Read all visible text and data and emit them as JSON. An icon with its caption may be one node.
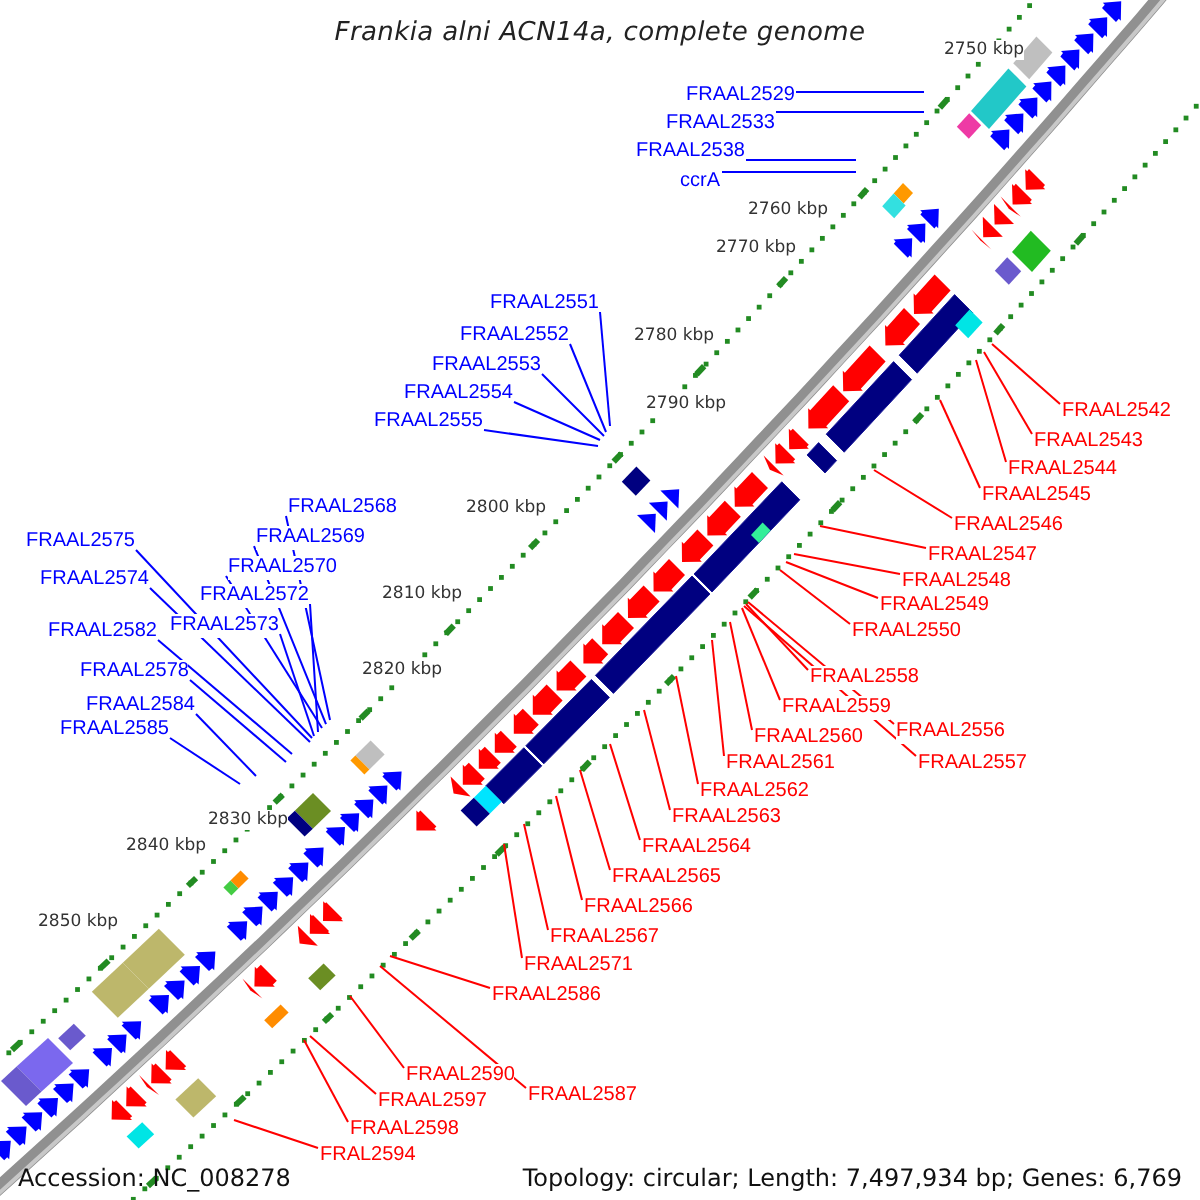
{
  "diagram": {
    "title": "Frankia alni ACN14a, complete genome",
    "nodes": [
      {
        "text": [
          "FRAAL2529"
        ]
      },
      {
        "text": [
          "FRAAL2533"
        ]
      },
      {
        "text": [
          "FRAAL2538"
        ]
      },
      {
        "text": [
          "ccrA"
        ]
      },
      {
        "text": [
          "FRAAL2551"
        ]
      },
      {
        "text": [
          "FRAAL2552"
        ]
      },
      {
        "text": [
          "FRAAL2553"
        ]
      },
      {
        "text": [
          "FRAAL2554"
        ]
      },
      {
        "text": [
          "FRAAL2555"
        ]
      },
      {
        "text": [
          "FRAAL2568"
        ]
      },
      {
        "text": [
          "FRAAL2569"
        ]
      },
      {
        "text": [
          "FRAAL2570"
        ]
      },
      {
        "text": [
          "FRAAL2572"
        ]
      },
      {
        "text": [
          "FRAAL2573"
        ]
      },
      {
        "text": [
          "FRAAL2575"
        ]
      },
      {
        "text": [
          "FRAAL2574"
        ]
      },
      {
        "text": [
          "FRAAL2582"
        ]
      },
      {
        "text": [
          "FRAAL2578"
        ]
      },
      {
        "text": [
          "FRAAL2584"
        ]
      },
      {
        "text": [
          "FRAAL2585"
        ]
      },
      {
        "text": [
          "FRAAL2542"
        ]
      },
      {
        "text": [
          "FRAAL2543"
        ]
      },
      {
        "text": [
          "FRAAL2544"
        ]
      },
      {
        "text": [
          "FRAAL2545"
        ]
      },
      {
        "text": [
          "FRAAL2546"
        ]
      },
      {
        "text": [
          "FRAAL2547"
        ]
      },
      {
        "text": [
          "FRAAL2548"
        ]
      },
      {
        "text": [
          "FRAAL2549"
        ]
      },
      {
        "text": [
          "FRAAL2550"
        ]
      },
      {
        "text": [
          "FRAAL2558"
        ]
      },
      {
        "text": [
          "FRAAL2559"
        ]
      },
      {
        "text": [
          "FRAAL2556"
        ]
      },
      {
        "text": [
          "FRAAL2557"
        ]
      },
      {
        "text": [
          "FRAAL2560"
        ]
      },
      {
        "text": [
          "FRAAL2561"
        ]
      },
      {
        "text": [
          "FRAAL2562"
        ]
      },
      {
        "text": [
          "FRAAL2563"
        ]
      },
      {
        "text": [
          "FRAAL2564"
        ]
      },
      {
        "text": [
          "FRAAL2565"
        ]
      },
      {
        "text": [
          "FRAAL2566"
        ]
      },
      {
        "text": [
          "FRAAL2567"
        ]
      },
      {
        "text": [
          "FRAAL2571"
        ]
      },
      {
        "text": [
          "FRAAL2586"
        ]
      },
      {
        "text": [
          "FRAAL2587"
        ]
      },
      {
        "text": [
          "FRAAL2590"
        ]
      },
      {
        "text": [
          "FRAAL2597"
        ]
      },
      {
        "text": [
          "FRAAL2598"
        ]
      },
      {
        "text": [
          "FRAL2594"
        ]
      }
    ],
    "edges": [
      {
        "from": 0,
        "to": null,
        "arrow": "none",
        "color": "#0000ff"
      },
      {
        "from": 1,
        "to": null,
        "arrow": "none",
        "color": "#0000ff"
      },
      {
        "from": 2,
        "to": null,
        "arrow": "none",
        "color": "#0000ff"
      },
      {
        "from": 3,
        "to": null,
        "arrow": "none",
        "color": "#0000ff"
      },
      {
        "from": 4,
        "to": null,
        "arrow": "none",
        "color": "#0000ff"
      },
      {
        "from": 5,
        "to": null,
        "arrow": "none",
        "color": "#0000ff"
      },
      {
        "from": 6,
        "to": null,
        "arrow": "none",
        "color": "#0000ff"
      },
      {
        "from": 7,
        "to": null,
        "arrow": "none",
        "color": "#0000ff"
      },
      {
        "from": 8,
        "to": null,
        "arrow": "none",
        "color": "#0000ff"
      },
      {
        "from": 9,
        "to": null,
        "arrow": "none",
        "color": "#0000ff"
      },
      {
        "from": 10,
        "to": null,
        "arrow": "none",
        "color": "#0000ff"
      },
      {
        "from": 11,
        "to": null,
        "arrow": "none",
        "color": "#0000ff"
      },
      {
        "from": 12,
        "to": null,
        "arrow": "none",
        "color": "#0000ff"
      },
      {
        "from": 13,
        "to": null,
        "arrow": "none",
        "color": "#0000ff"
      },
      {
        "from": 14,
        "to": null,
        "arrow": "none",
        "color": "#0000ff"
      },
      {
        "from": 15,
        "to": null,
        "arrow": "none",
        "color": "#0000ff"
      },
      {
        "from": 16,
        "to": null,
        "arrow": "none",
        "color": "#0000ff"
      },
      {
        "from": 17,
        "to": null,
        "arrow": "none",
        "color": "#0000ff"
      },
      {
        "from": 18,
        "to": null,
        "arrow": "none",
        "color": "#0000ff"
      },
      {
        "from": 19,
        "to": null,
        "arrow": "none",
        "color": "#0000ff"
      },
      {
        "from": 20,
        "to": null,
        "arrow": "none"
      },
      {
        "from": 21,
        "to": null,
        "arrow": "none"
      },
      {
        "from": 22,
        "to": null,
        "arrow": "none"
      },
      {
        "from": 23,
        "to": null,
        "arrow": "none"
      },
      {
        "from": 24,
        "to": null,
        "arrow": "none"
      },
      {
        "from": 25,
        "to": null,
        "arrow": "none"
      },
      {
        "from": 26,
        "to": null,
        "arrow": "none"
      },
      {
        "from": 27,
        "to": null,
        "arrow": "none"
      },
      {
        "from": 28,
        "to": null,
        "arrow": "none"
      },
      {
        "from": 29,
        "to": null,
        "arrow": "none"
      },
      {
        "from": 30,
        "to": null,
        "arrow": "none"
      },
      {
        "from": 31,
        "to": null,
        "arrow": "none"
      },
      {
        "from": 32,
        "to": null,
        "arrow": "none"
      },
      {
        "from": 33,
        "to": null,
        "arrow": "none"
      },
      {
        "from": 34,
        "to": null,
        "arrow": "none"
      },
      {
        "from": 35,
        "to": null,
        "arrow": "none"
      },
      {
        "from": 36,
        "to": null,
        "arrow": "none"
      },
      {
        "from": 37,
        "to": null,
        "arrow": "none"
      },
      {
        "from": 38,
        "to": null,
        "arrow": "none"
      },
      {
        "from": 39,
        "to": null,
        "arrow": "none"
      },
      {
        "from": 40,
        "to": null,
        "arrow": "none"
      },
      {
        "from": 41,
        "to": null,
        "arrow": "none"
      },
      {
        "from": 42,
        "to": null,
        "arrow": "none"
      },
      {
        "from": 43,
        "to": null,
        "arrow": "none"
      },
      {
        "from": 44,
        "to": null,
        "arrow": "none"
      },
      {
        "from": 45,
        "to": null,
        "arrow": "none"
      },
      {
        "from": 46,
        "to": null,
        "arrow": "none"
      },
      {
        "from": 47,
        "to": null,
        "arrow": "none"
      }
    ],
    "labels": [
      "2750 kbp",
      "2760 kbp",
      "2770 kbp",
      "2780 kbp",
      "2790 kbp",
      "2800 kbp",
      "2810 kbp",
      "2820 kbp",
      "2830 kbp",
      "2840 kbp",
      "2850 kbp",
      "Accession: NC_008278",
      "Topology: circular; Length: 7,497,934 bp; Genes: 6,769"
    ]
  }
}
